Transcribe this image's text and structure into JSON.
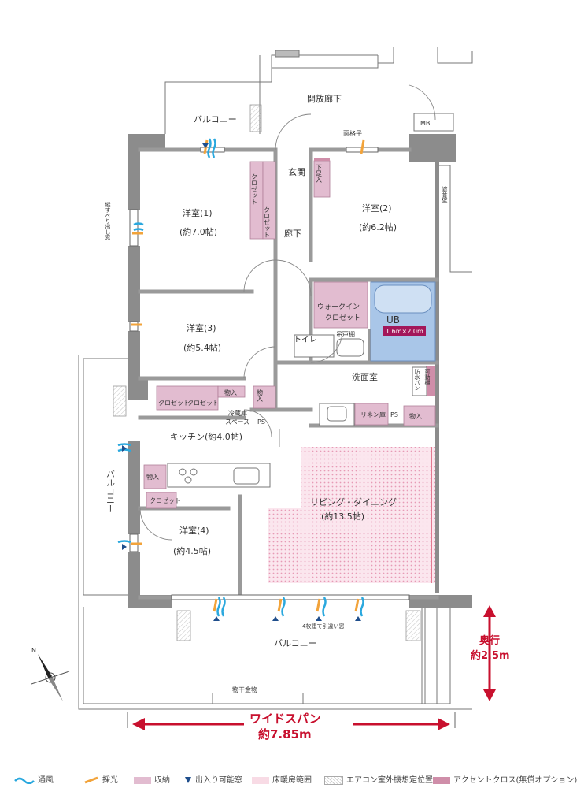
{
  "rooms": {
    "open_corridor": "開放廊下",
    "mb": "MB",
    "balcony_top": "バルコニー",
    "lattice": "面格子",
    "sound_wall": "遮音壁",
    "entrance": "玄関",
    "shoe_box": "下足入",
    "closet_v1": "クロゼット",
    "closet_v2": "クロゼット",
    "western1": "洋室(1)",
    "western1_size": "(約7.0帖)",
    "hallway": "廊下",
    "western2": "洋室(2)",
    "western2_size": "(約6.2帖)",
    "vertical_window": "縦すべり出し窓",
    "walkin1": "ウォークイン",
    "walkin2": "クロゼット",
    "ub": "UB",
    "ub_size": "1.6m×2.0m",
    "toilet": "トイレ",
    "hanging_shelf": "吊戸棚",
    "western3": "洋室(3)",
    "western3_size": "(約5.4帖)",
    "washroom": "洗面室",
    "waterproof_pan": "防水パン",
    "movable_shelf": "可動棚",
    "closet_h1": "クロゼット",
    "closet_h2": "クロゼット",
    "storage1": "物入",
    "storage2": "物入",
    "fridge1": "冷蔵庫",
    "fridge2": "スペース",
    "ps1": "PS",
    "linen": "リネン庫",
    "ps2": "PS",
    "storage3": "物入",
    "kitchen": "キッチン(約4.0帖)",
    "storage4": "物入",
    "balcony_left": "バルコニー",
    "closet4": "クロゼット",
    "western4": "洋室(4)",
    "western4_size": "(約4.5帖)",
    "living": "リビング・ダイニング",
    "living_size": "(約13.5帖)",
    "sliding_window": "4枚建て引違い窓",
    "balcony_bottom": "バルコニー",
    "drying": "物干金物"
  },
  "dimensions": {
    "depth_label": "奥行",
    "depth_value": "約2.5m",
    "span_label": "ワイドスパン",
    "span_value": "約7.85m",
    "north": "N"
  },
  "legend": {
    "ventilation": "通風",
    "daylight": "採光",
    "storage": "収納",
    "access": "出入り可能窓",
    "floor_heating": "床暖房範囲",
    "ac_unit": "エアコン室外機想定位置",
    "accent": "アクセントクロス(無償オプション)"
  },
  "colors": {
    "wall": "#8c8c8c",
    "storage": "#e2bcd0",
    "bath": "#a9c6e8",
    "accent_red": "#c8102e",
    "ventilation": "#2aa8de",
    "daylight": "#f2a33a",
    "floor_heat": "#f5c9d6"
  }
}
